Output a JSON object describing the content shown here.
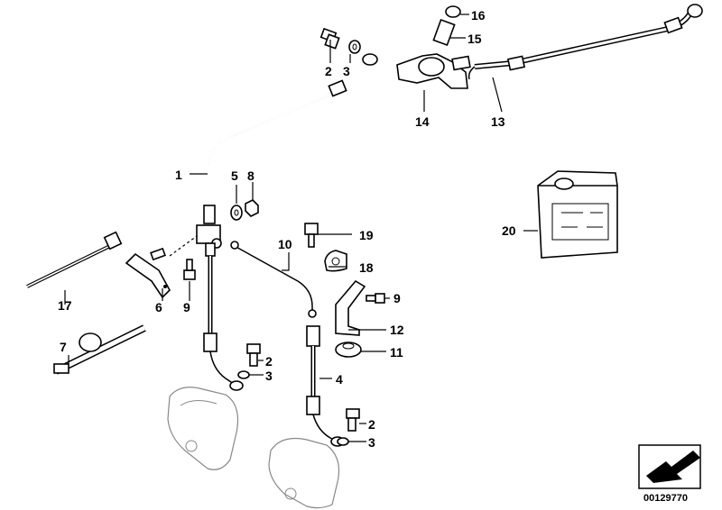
{
  "diagram": {
    "catalog_number": "00129770",
    "part_labels": [
      "1",
      "2",
      "3",
      "5",
      "8",
      "16",
      "15",
      "14",
      "13",
      "20",
      "10",
      "19",
      "18",
      "9",
      "12",
      "11",
      "4",
      "17",
      "6",
      "7"
    ],
    "callouts": {
      "1": "1",
      "2a": "2",
      "3a": "3",
      "5": "5",
      "8": "8",
      "16": "16",
      "15": "15",
      "14": "14",
      "13": "13",
      "20": "20",
      "10": "10",
      "19": "19",
      "18": "18",
      "9a": "9",
      "9b": "9",
      "12": "12",
      "11": "11",
      "4": "4",
      "17": "17",
      "6": "6",
      "7": "7",
      "2b": "2",
      "3b": "3",
      "2c": "2",
      "3c": "3"
    }
  }
}
